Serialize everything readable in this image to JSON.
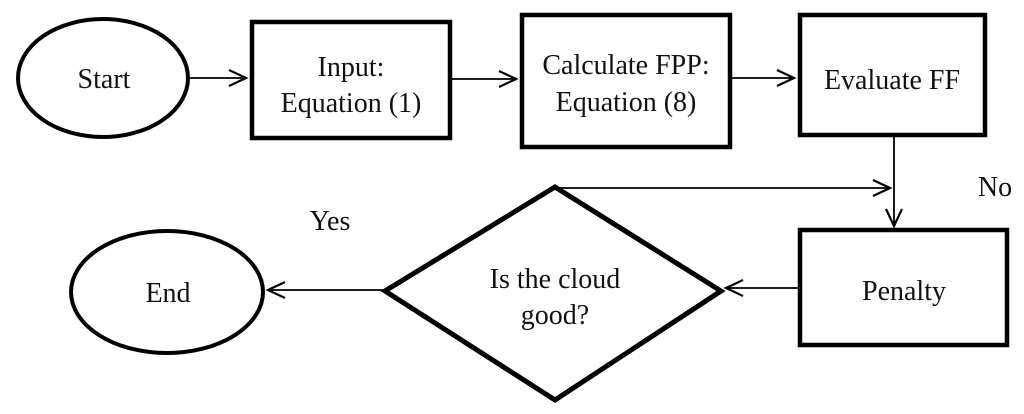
{
  "flowchart": {
    "description": "Flowchart of an optimization procedure using fitness function evaluation and penalty",
    "colors": {
      "background": "#ffffff",
      "shape_stroke": "#000000",
      "text": "#111111"
    },
    "nodes": {
      "start": {
        "shape": "ellipse",
        "label": "Start"
      },
      "input": {
        "shape": "process",
        "line1": "Input:",
        "line2": "Equation (1)"
      },
      "calculate_fpp": {
        "shape": "process",
        "line1": "Calculate FPP:",
        "line2": "Equation (8)"
      },
      "evaluate_ff": {
        "shape": "process",
        "label": "Evaluate FF"
      },
      "penalty": {
        "shape": "process",
        "label": "Penalty"
      },
      "decision": {
        "shape": "diamond",
        "line1": "Is the cloud",
        "line2": "good?"
      },
      "end": {
        "shape": "ellipse",
        "label": "End"
      }
    },
    "edge_labels": {
      "no": "No",
      "yes": "Yes"
    },
    "edges": [
      {
        "from": "start",
        "to": "input"
      },
      {
        "from": "input",
        "to": "calculate_fpp"
      },
      {
        "from": "calculate_fpp",
        "to": "evaluate_ff"
      },
      {
        "from": "evaluate_ff",
        "to": "penalty",
        "label": "No"
      },
      {
        "from": "decision",
        "to": "penalty",
        "note": "horizontal arrow from diamond top joining the Evaluate FF to Penalty line"
      },
      {
        "from": "penalty",
        "to": "decision"
      },
      {
        "from": "decision",
        "to": "end",
        "label": "Yes"
      }
    ]
  }
}
